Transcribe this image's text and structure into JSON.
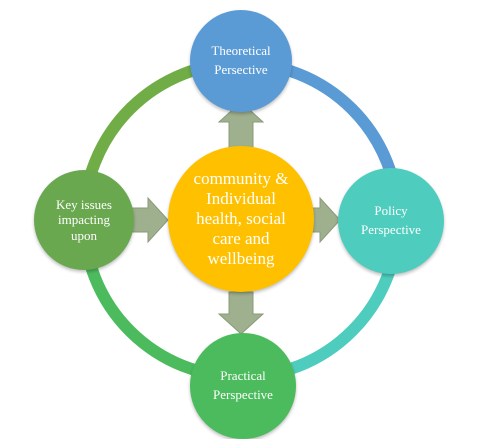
{
  "diagram": {
    "center": "community & Individual health, social care and wellbeing",
    "top": "Theoretical Persective",
    "right": "Policy Perspective",
    "bottom": "Practical Perspective",
    "left": "Key issues impacting upon"
  },
  "colors": {
    "center": "#ffc000",
    "top": "#5b9bd5",
    "right": "#4ecdbe",
    "bottom": "#4cbb5e",
    "left": "#6aa84f",
    "arrow": "#9fb08e",
    "ring_top_left": "#70ad47",
    "ring_top_right": "#5b9bd5",
    "ring_bottom_right": "#4ecdbe",
    "ring_bottom_left": "#4cbb5e"
  }
}
